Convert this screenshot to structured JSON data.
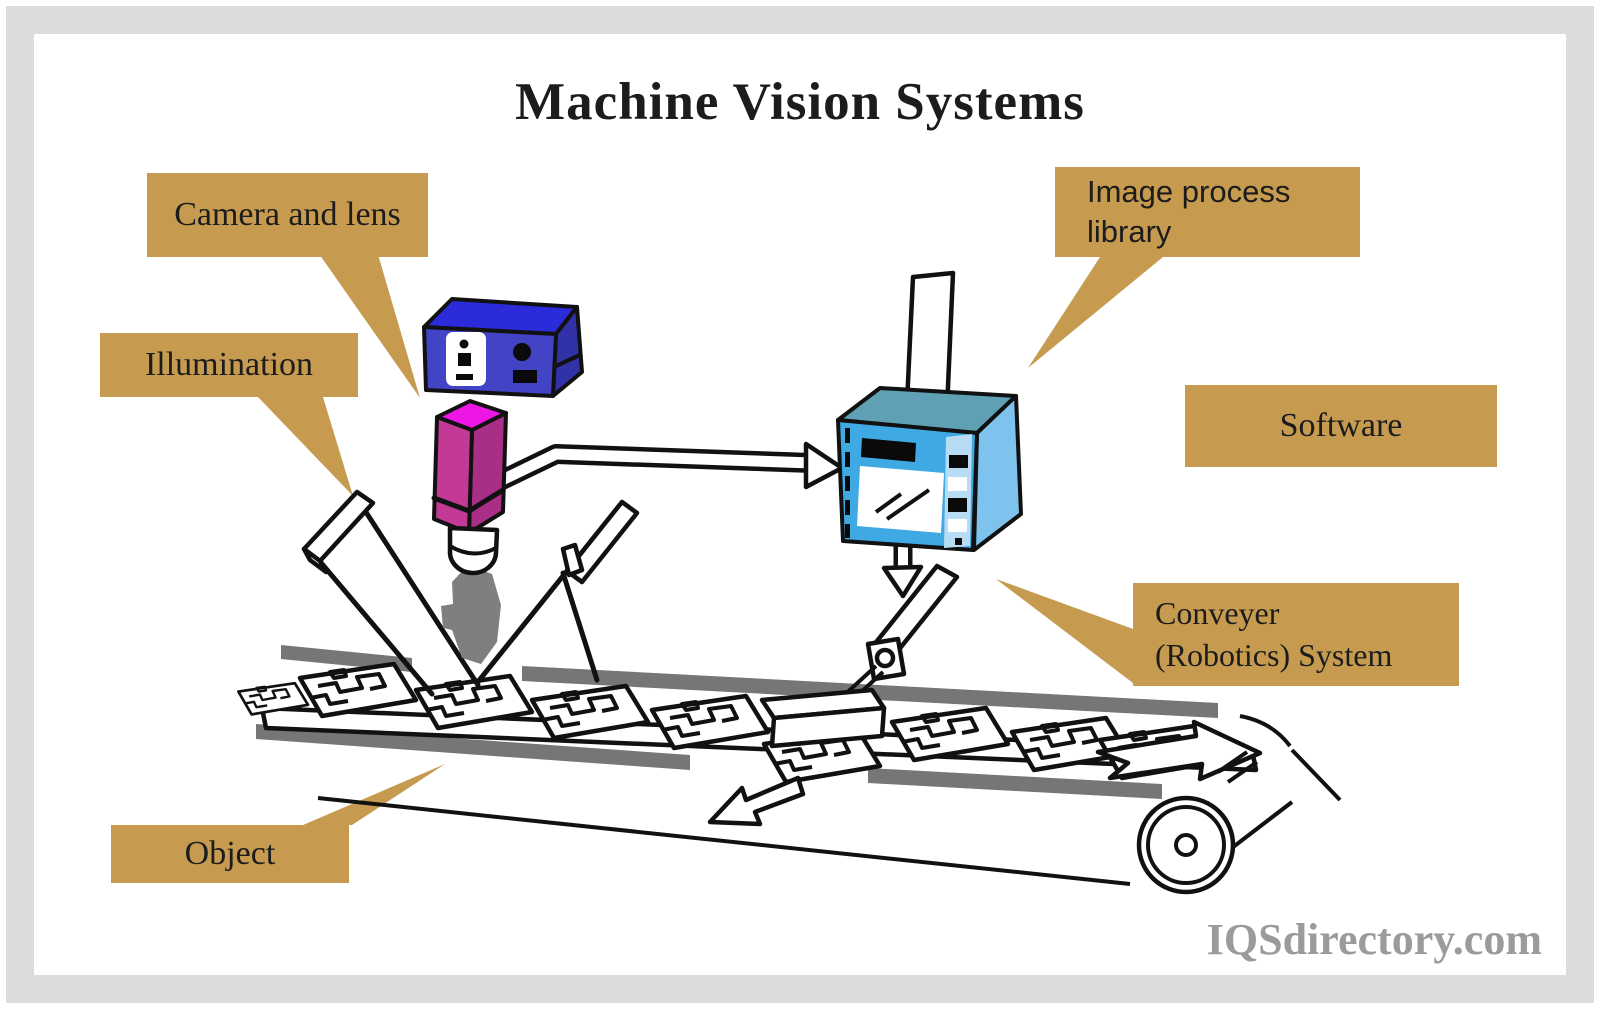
{
  "title": "Machine Vision Systems",
  "watermark": "IQSdirectory.com",
  "labels": {
    "camera_lens": "Camera and lens",
    "illumination": "Illumination",
    "image_process_line1": "Image process",
    "image_process_line2": "library",
    "software": "Software",
    "conveyer_line1": "Conveyer",
    "conveyer_line2": "(Robotics) System",
    "object": "Object"
  },
  "colors": {
    "label_bg": "#C69B4F",
    "text": "#1C1C1C",
    "watermark": "#9B9B9B",
    "frame_gray": "#DCDCDC",
    "camera_front": "#4343C6",
    "camera_top": "#2B2BDA",
    "camera_side": "#3232A8",
    "lens_top": "#EE16E6",
    "lens_front": "#C23A96",
    "lens_side": "#A82E86",
    "computer_front": "#3FA9E4",
    "computer_top": "#5FA0B5",
    "computer_side": "#7EC2EE",
    "computer_strip": "#B7DCF4",
    "rail_gray": "#767676",
    "blob_gray": "#7F7F7F",
    "detail_black": "#0A0A0A",
    "screen_white": "#FFFFFF"
  }
}
